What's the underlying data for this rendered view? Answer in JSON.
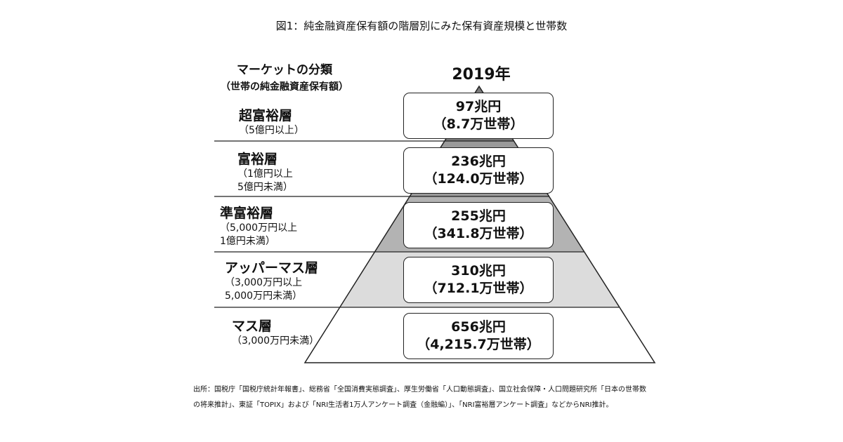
{
  "title": "図1：純金融資産保有額の階層別にみた保有資産規模と世帯数",
  "header": {
    "label": "マーケットの分類",
    "sub": "（世帯の純金融資産保有額）",
    "year": "2019年"
  },
  "tiers": [
    {
      "name": "超富裕層",
      "range": "（5億円以上）",
      "assets": "97兆円",
      "households": "（8.7万世帯）",
      "color": "#7a7a7a"
    },
    {
      "name": "富裕層",
      "range": "（1億円以上\n5億円未満）",
      "assets": "236兆円",
      "households": "（124.0万世帯）",
      "color": "#9a9a9a"
    },
    {
      "name": "準富裕層",
      "range": "（5,000万円以上\n1億円未満）",
      "assets": "255兆円",
      "households": "（341.8万世帯）",
      "color": "#b3b3b3"
    },
    {
      "name": "アッパーマス層",
      "range": "（3,000万円以上\n5,000万円未満）",
      "assets": "310兆円",
      "households": "（712.1万世帯）",
      "color": "#dcdcdc"
    },
    {
      "name": "マス層",
      "range": "（3,000万円未満）",
      "assets": "656兆円",
      "households": "（4,215.7万世帯）",
      "color": "#ffffff"
    }
  ],
  "source": "出所：国税庁「国税庁統計年報書」、総務省「全国消費実態調査」、厚生労働省「人口動態調査」、国立社会保障・人口問題研究所「日本の世帯数の将来推計」、東証「TOPIX」および「NRI生活者1万人アンケート調査（金融編）」、「NRI富裕層アンケート調査」などからNRI推計。"
}
